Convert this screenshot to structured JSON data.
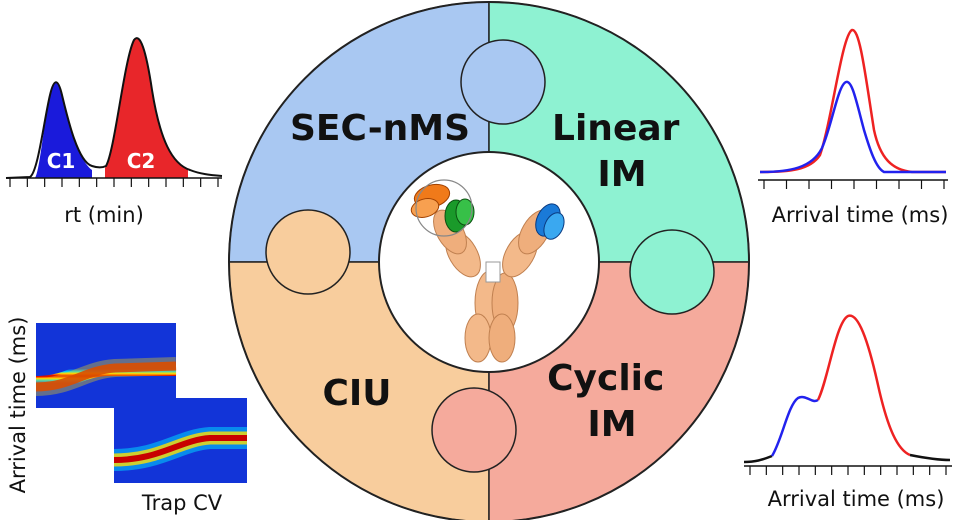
{
  "puzzle": {
    "pieces": [
      {
        "label_lines": [
          "SEC-nMS"
        ],
        "color": "#a9c8f2"
      },
      {
        "label_lines": [
          "Linear",
          "IM"
        ],
        "color": "#8ef2d2"
      },
      {
        "label_lines": [
          "CIU"
        ],
        "color": "#f8cd9d"
      },
      {
        "label_lines": [
          "Cyclic",
          "IM"
        ],
        "color": "#f5aa9c"
      }
    ]
  },
  "sec_chart": {
    "peak_labels": [
      "C1",
      "C2"
    ],
    "xlabel": "rt (min)",
    "colors": {
      "c1": "#1a1adb",
      "c2": "#e8262a"
    }
  },
  "linear_chart": {
    "xlabel": "Arrival time (ms)",
    "colors": {
      "blue": "#2222ee",
      "red": "#ee2222"
    }
  },
  "ciu_chart": {
    "xlabel": "Trap CV",
    "ylabel": "Arrival time (ms)"
  },
  "cyclic_chart": {
    "xlabel": "Arrival time (ms)",
    "colors": {
      "blue": "#2222ee",
      "red": "#ee2222",
      "black": "#111111"
    }
  }
}
